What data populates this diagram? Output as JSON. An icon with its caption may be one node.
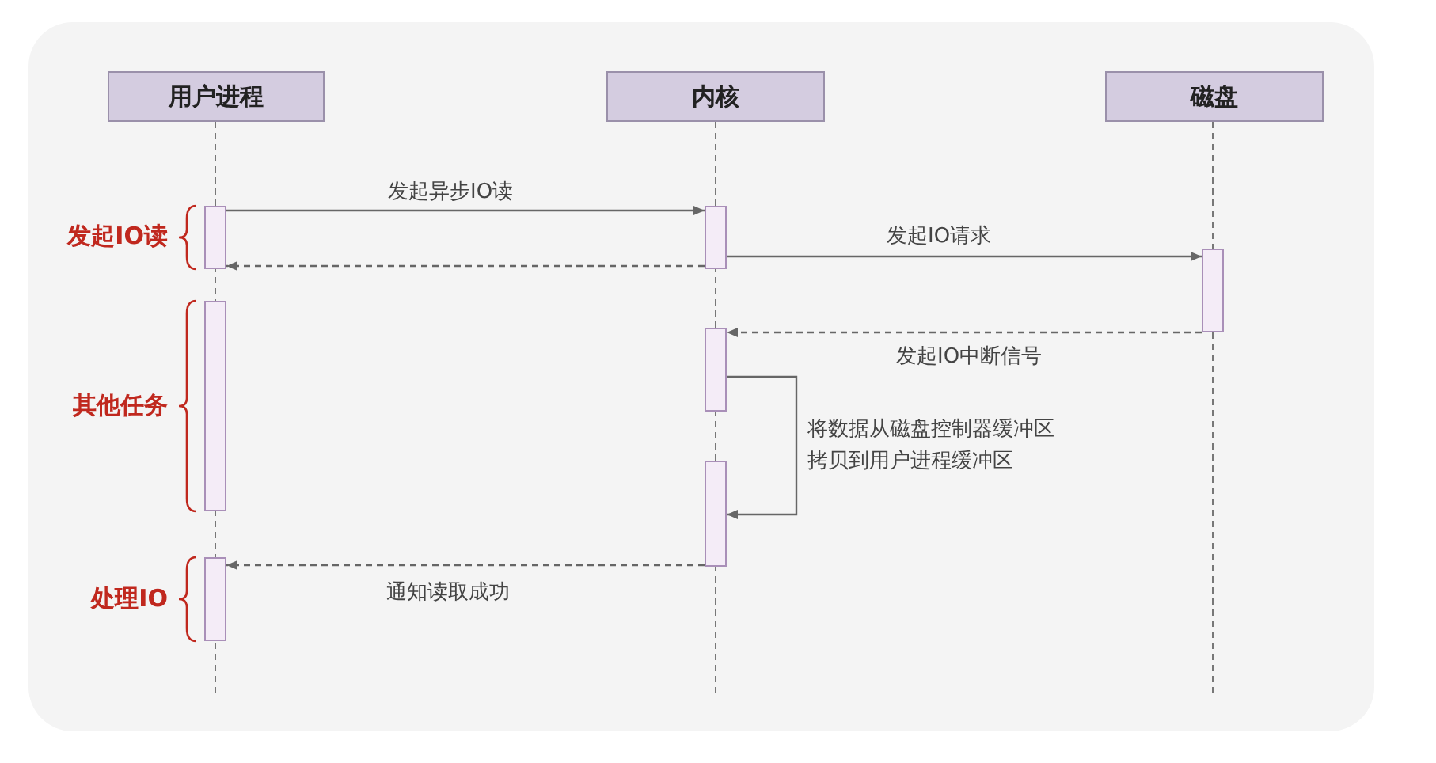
{
  "diagram": {
    "nodes": [
      {
        "text": [
          "用户进程"
        ]
      },
      {
        "text": [
          "内核"
        ]
      },
      {
        "text": [
          "磁盘"
        ]
      },
      {
        "text": [],
        "shape": "bar"
      },
      {
        "text": [],
        "shape": "bar"
      },
      {
        "text": [],
        "shape": "bar"
      },
      {
        "text": [],
        "shape": "bar"
      },
      {
        "text": [],
        "shape": "bar"
      },
      {
        "text": [],
        "shape": "bar"
      },
      {
        "text": [],
        "shape": "bar"
      }
    ],
    "edges": [
      {
        "from": 3,
        "to": 4,
        "arrow": "to",
        "label": "发起异步IO读"
      },
      {
        "from": 4,
        "to": 3,
        "arrow": "to",
        "style": "dashed"
      },
      {
        "from": 4,
        "to": 5,
        "arrow": "to",
        "label": "发起IO请求"
      },
      {
        "from": 5,
        "to": 7,
        "arrow": "to",
        "style": "dashed",
        "label": "发起IO中断信号"
      },
      {
        "from": 7,
        "to": 8,
        "arrow": "to",
        "label": "将数据从磁盘控制器缓冲区拷贝到用户进程缓冲区"
      },
      {
        "from": 8,
        "to": 9,
        "arrow": "to",
        "style": "dashed",
        "label": "通知读取成功"
      }
    ],
    "labels": [
      "发起IO读",
      "其他任务",
      "处理IO"
    ]
  }
}
